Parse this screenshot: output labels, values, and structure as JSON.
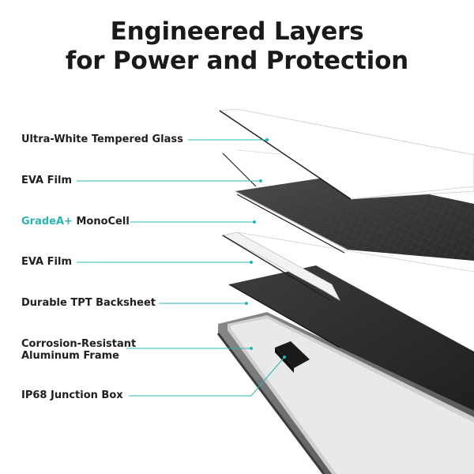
{
  "title": {
    "line1": "Engineered Layers",
    "line2": "for Power and Protection"
  },
  "labels": [
    {
      "text": "Ultra-White Tempered Glass"
    },
    {
      "text": "EVA Film"
    },
    {
      "accent": "GradeA+",
      "text": " MonoCell"
    },
    {
      "text": "EVA Film"
    },
    {
      "text": "Durable TPT Backsheet"
    },
    {
      "line1": "Corrosion-Resistant",
      "line2": "Aluminum Frame"
    },
    {
      "text": "IP68 Junction Box"
    }
  ],
  "colors": {
    "accent": "#2bb3b3",
    "title": "#1a1a1a",
    "label": "#1f1f1f",
    "cell_layer": "#3a3a3a",
    "backsheet": "#2e2e2e",
    "frame": "#6a6a6a"
  }
}
